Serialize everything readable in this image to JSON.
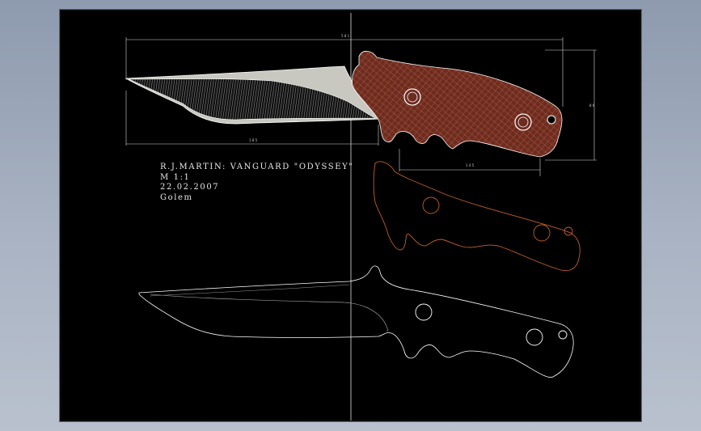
{
  "drawing": {
    "title_line": "R.J.MARTIN: VANGUARD \"ODYSSEY\"",
    "scale": "M 1:1",
    "date": "22.02.2007",
    "author": "Golem"
  },
  "dimensions": {
    "overall_length": "",
    "blade_length": "",
    "handle_length": "",
    "handle_height": ""
  },
  "colors": {
    "background": "#000000",
    "line": "#ffffff",
    "handle_scale": "#8a3a2a",
    "handle_outline": "#c0602a",
    "blade_fill": "#c8c8c0"
  }
}
